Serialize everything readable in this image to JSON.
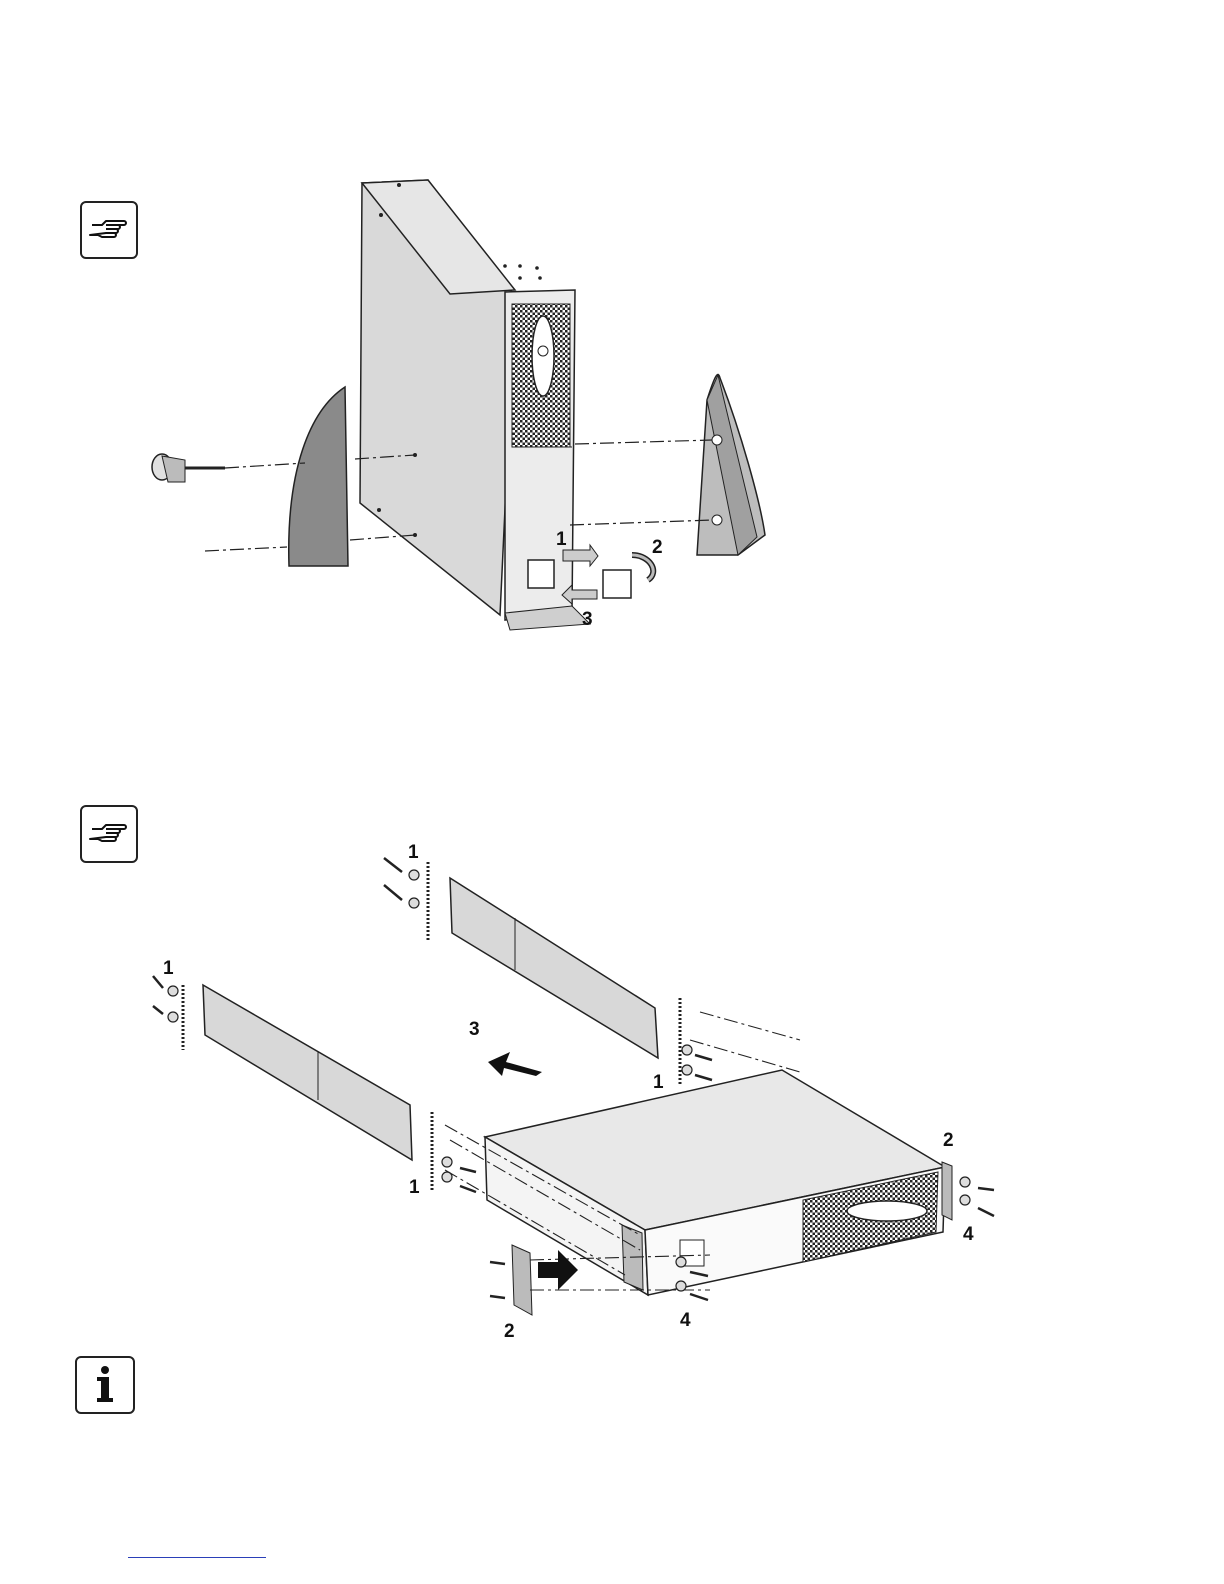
{
  "figure1": {
    "labels": [
      "1",
      "2",
      "3"
    ]
  },
  "figure2": {
    "labels": {
      "top_rail_screws": "1",
      "left_rail_screws": "1",
      "right_rail_screws": "1",
      "front_rail_screws": "1",
      "slide_direction": "3",
      "right_bracket": "2",
      "left_bracket": "2",
      "right_bracket_screws": "4",
      "left_bracket_screws": "4"
    }
  },
  "icons": {
    "note1": "pointing-hand-icon",
    "note2": "pointing-hand-icon",
    "info": "info-icon"
  },
  "info_symbol": "i"
}
